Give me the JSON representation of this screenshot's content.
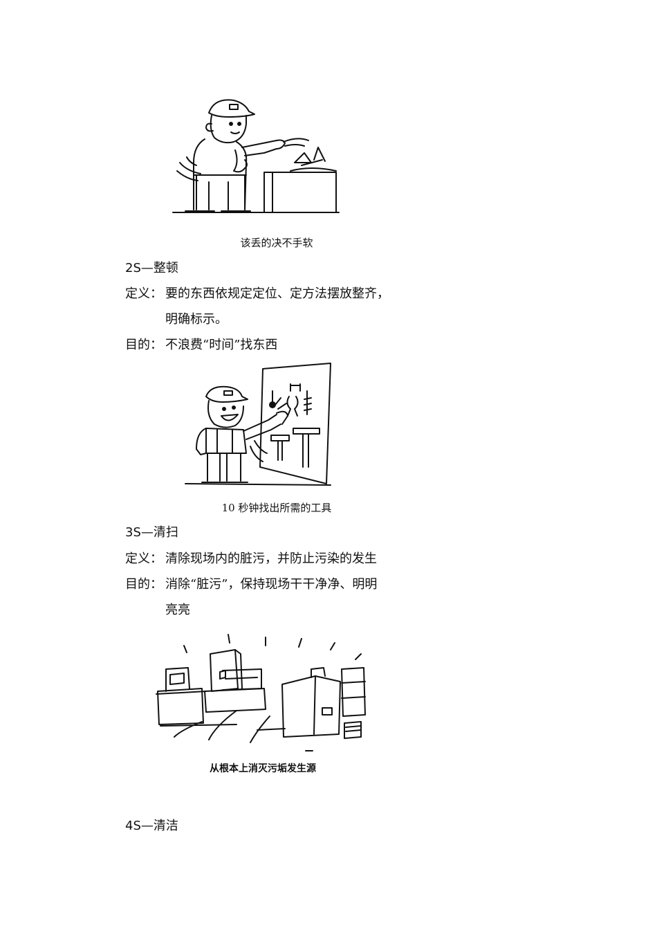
{
  "section1": {
    "caption": "该丢的决不手软"
  },
  "section2": {
    "heading": "2S—整顿",
    "definition_label": "定义：",
    "definition_line1": "要的东西依规定定位、定方法摆放整齐，",
    "definition_line2": "明确标示。",
    "purpose_label": "目的：",
    "purpose": "不浪费“时间”找东西",
    "caption": "10 秒钟找出所需的工具"
  },
  "section3": {
    "heading": "3S—清扫",
    "definition_label": "定义：",
    "definition": "清除现场内的脏污，并防止污染的发生",
    "purpose_label": "目的：",
    "purpose_line1": "消除“脏污”，保持现场干干净净、明明",
    "purpose_line2": "亮亮",
    "caption": "从根本上消灭污垢发生源"
  },
  "section4": {
    "heading": "4S—清洁"
  }
}
